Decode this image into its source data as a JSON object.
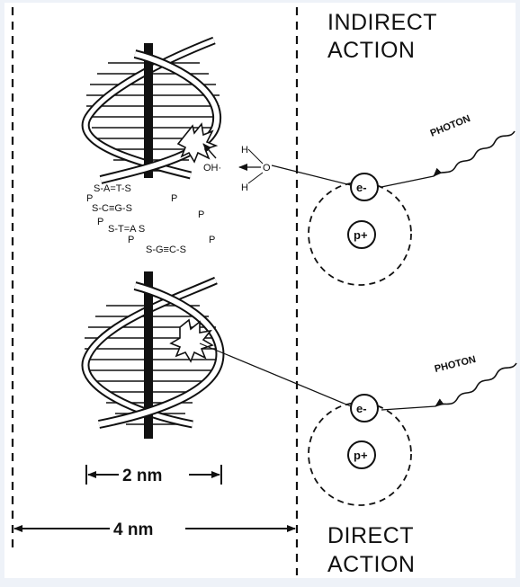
{
  "labels": {
    "indirect_line1": "INDIRECT",
    "indirect_line2": "ACTION",
    "direct_line1": "DIRECT",
    "direct_line2": "ACTION",
    "photon_top": "PHOTON",
    "photon_bottom": "PHOTON",
    "width_dna": "2 nm",
    "width_total": "4 nm",
    "electron_top": "e-",
    "proton_top": "p+",
    "electron_bottom": "e-",
    "proton_bottom": "p+"
  },
  "water": {
    "h_top": "H",
    "o": "O",
    "h_bottom": "H",
    "hydroxyl": "OH·"
  },
  "base_pairs": {
    "row1": "S-A=T-S",
    "row2": "S-C≡G-S",
    "row3": "S-T=A S",
    "row4": "S-G≡C-S",
    "phosphate": "P"
  },
  "colors": {
    "ink": "#111111",
    "page": "#ffffff",
    "backdrop": "#eef2f8"
  }
}
